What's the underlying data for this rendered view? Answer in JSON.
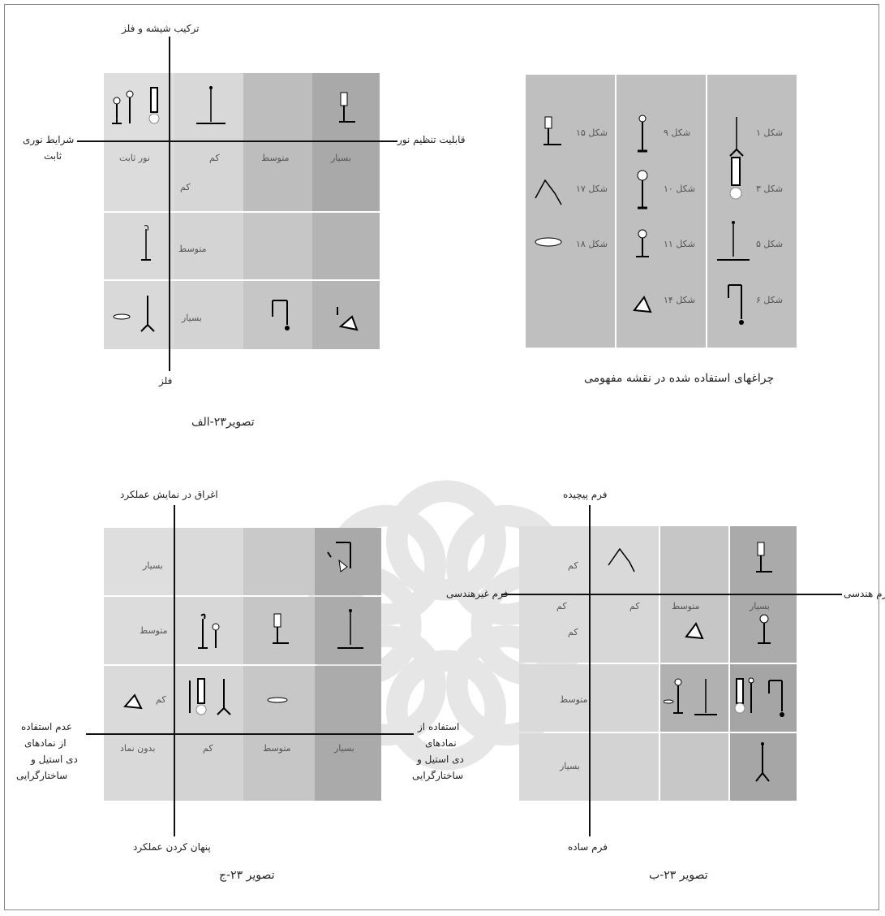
{
  "diagram_a": {
    "axis_top": "ترکیب شیشه و فلز",
    "axis_bottom": "فلز",
    "axis_right": "قابلیت تنظیم نور",
    "axis_left_1": "شرایط نوری",
    "axis_left_2": "ثابت",
    "col_labels": [
      "نور ثابت",
      "کم",
      "متوسط",
      "بسیار"
    ],
    "row_labels": [
      "کم",
      "متوسط",
      "بسیار"
    ],
    "caption": "تصویر۲۳-الف"
  },
  "legend": {
    "caption": "چراغهای استفاده شده در نقشه مفهومی",
    "col1": [
      "شکل ۱",
      "شکل ۳",
      "شکل ۵",
      "شکل ۶"
    ],
    "col2": [
      "شکل ۹",
      "شکل ۱۰",
      "شکل ۱۱",
      "شکل ۱۴"
    ],
    "col3": [
      "شکل ۱۵",
      "شکل ۱۷",
      "شکل ۱۸"
    ]
  },
  "diagram_c": {
    "axis_top": "اغراق در نمایش عملکرد",
    "axis_bottom": "پنهان کردن عملکرد",
    "axis_left": [
      "عدم استفاده",
      "از نمادهای",
      "دی استیل و",
      "ساختارگرایی"
    ],
    "axis_right": [
      "استفاده از",
      "نمادهای",
      "دی استیل و",
      "ساختارگرایی"
    ],
    "row_labels": [
      "بسیار",
      "متوسط",
      "کم"
    ],
    "col_labels": [
      "بدون نماد",
      "کم",
      "متوسط",
      "بسیار"
    ],
    "caption": "تصویر ۲۳-ج"
  },
  "diagram_b": {
    "axis_top": "فرم پیچیده",
    "axis_bottom": "فرم ساده",
    "axis_left": "فرم غیرهندسی",
    "axis_right": "فرم هندسی",
    "col_labels": [
      "کم",
      "کم",
      "متوسط",
      "بسیار"
    ],
    "row_labels": [
      "کم",
      "کم",
      "متوسط",
      "بسیار"
    ],
    "caption": "تصویر ۲۳-ب"
  },
  "colors": {
    "light": "#d6d6d6",
    "mid": "#c3c3c3",
    "dark": "#a8a8a8",
    "axis": "#111111"
  }
}
